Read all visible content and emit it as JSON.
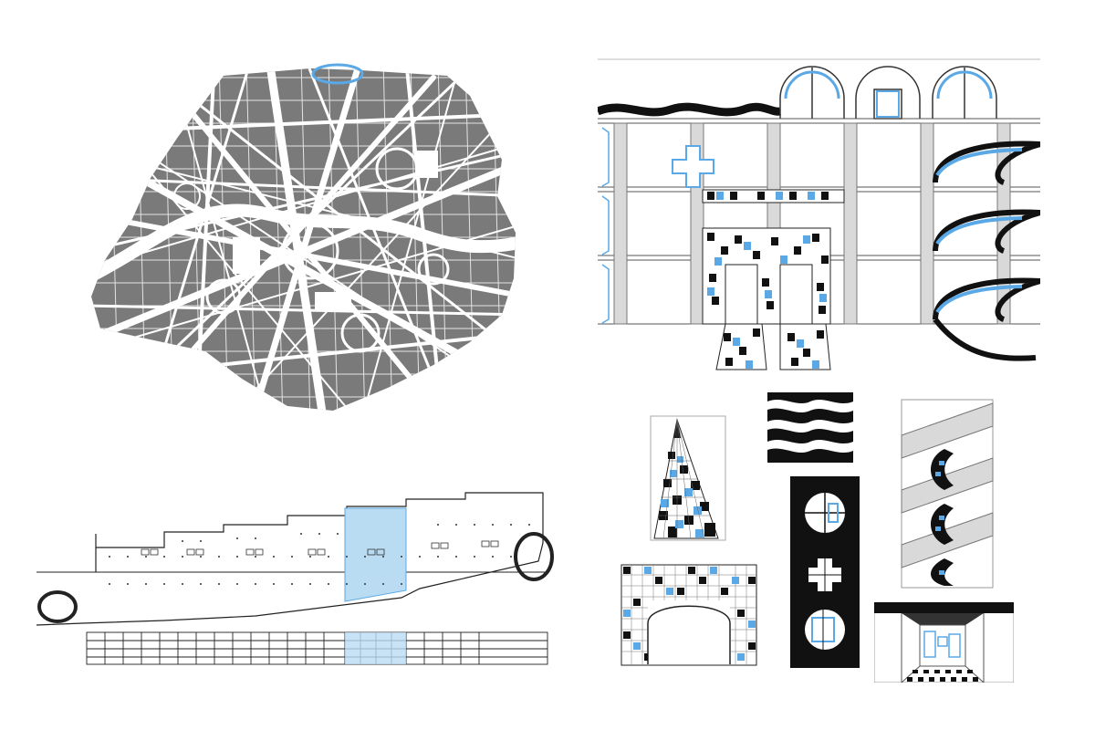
{
  "colors": {
    "map_fill": "#7a7a7a",
    "accent_blue": "#5aa9e6",
    "ink": "#111111",
    "light_gray": "#d9d9d9",
    "pale_blue": "#b9dcf2"
  },
  "panels": {
    "city_map": {
      "icon": "city-map-figure-ground",
      "highlight": "circled-site-marker"
    },
    "section": {
      "icon": "building-section-drawing",
      "highlight": "blue-selected-bay"
    },
    "facade": {
      "icon": "facade-elevation-drawing"
    },
    "studies": [
      {
        "icon": "tiled-cone-study"
      },
      {
        "icon": "wave-stripes-study"
      },
      {
        "icon": "spiral-ramp-study"
      },
      {
        "icon": "tiled-archway-study"
      },
      {
        "icon": "black-panel-portholes-study"
      },
      {
        "icon": "corridor-perspective-study"
      }
    ]
  }
}
